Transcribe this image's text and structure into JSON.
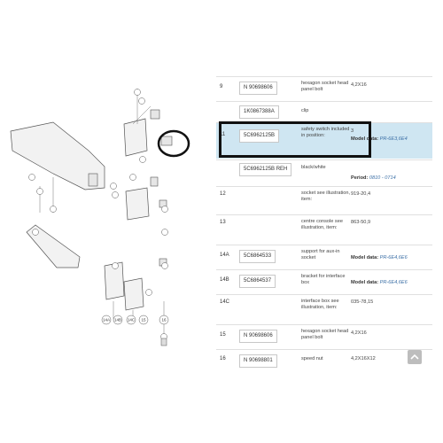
{
  "diagram": {
    "callouts": [
      "14A",
      "14B",
      "14C",
      "15",
      "16"
    ],
    "circle_annotation_color": "#111111"
  },
  "table": {
    "rows": [
      {
        "num": "9",
        "part": "N 90698606",
        "desc": "hexagon socket head panel bolt",
        "qty": "4,2X16"
      },
      {
        "num": "",
        "part": "1K0867388A",
        "desc": "clip",
        "qty": ""
      },
      {
        "num": "11",
        "part": "5C6962125B",
        "desc": "safety switch included in position:",
        "qty": "3",
        "model_label": "Model data:",
        "model_value": "PR-6E3,6E4"
      },
      {
        "num": "",
        "part": "5C6962125B REH",
        "desc": "black/white",
        "qty": "",
        "period_label": "Period:",
        "period_value": "0810 - 0714"
      },
      {
        "num": "12",
        "part": "",
        "desc": "socket see illustration, item:",
        "qty": "919-20,4"
      },
      {
        "num": "13",
        "part": "",
        "desc": "centre console see illustration, item:",
        "qty": "863-50,9"
      },
      {
        "num": "14A",
        "part": "5C6864533",
        "desc": "support for aux-in socket",
        "qty": "",
        "model_label": "Model data:",
        "model_value": "PR-6E4,6E6"
      },
      {
        "num": "14B",
        "part": "5C6864537",
        "desc": "bracket for interface box",
        "qty": "",
        "model_label": "Model data:",
        "model_value": "PR-6E4,6E6"
      },
      {
        "num": "14C",
        "part": "",
        "desc": "interface box see illustration, item:",
        "qty": "035-78,15"
      },
      {
        "num": "15",
        "part": "N 90698606",
        "desc": "hexagon socket head panel bolt",
        "qty": "4,2X16"
      },
      {
        "num": "16",
        "part": "N 90698801",
        "desc": "speed nut",
        "qty": "4,2X16X12"
      }
    ]
  },
  "colors": {
    "highlight_row": "#cfe6f2",
    "link": "#3b6fa6",
    "frame": "#111111"
  }
}
